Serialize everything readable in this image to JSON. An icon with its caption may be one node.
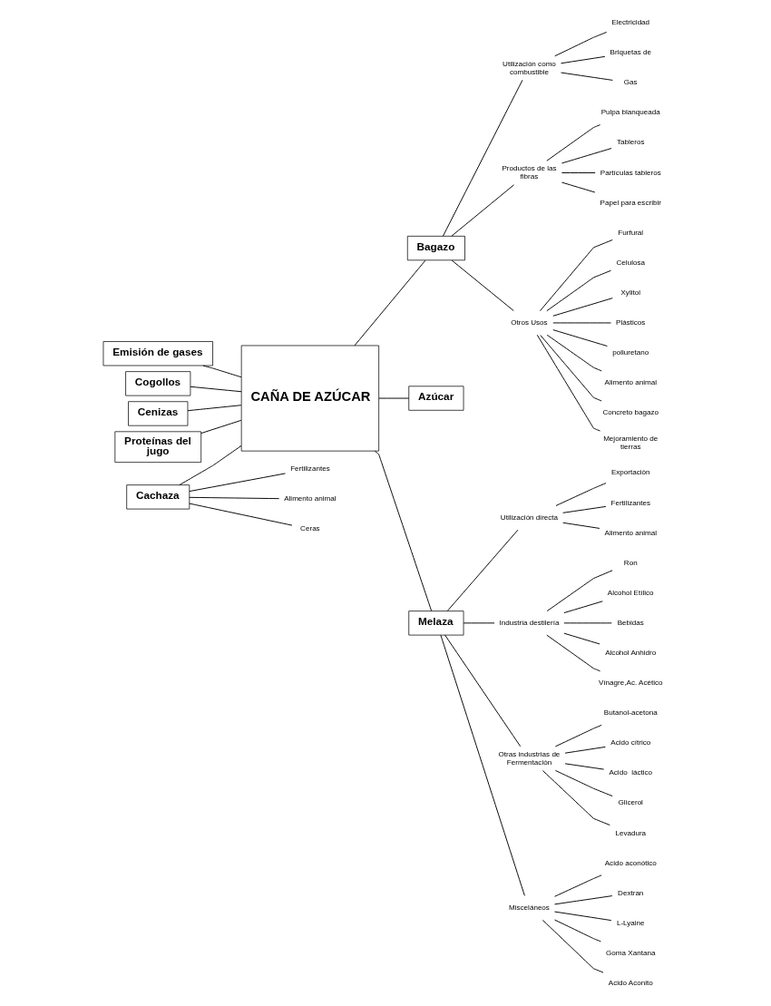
{
  "diagram": {
    "nodes": [
      {
        "text": [
          "CAÑA DE AZÚCAR"
        ]
      },
      {
        "text": [
          "Cachaza"
        ]
      },
      {
        "text": [
          "Fertilizantes"
        ]
      },
      {
        "text": [
          "Alimento animal"
        ]
      },
      {
        "text": [
          "Ceras"
        ]
      },
      {
        "text": [
          "Bagazo"
        ]
      },
      {
        "text": [
          "Utilización como combustible"
        ]
      },
      {
        "text": [
          "Electricidad"
        ]
      },
      {
        "text": [
          "Briquetas de"
        ]
      },
      {
        "text": [
          "Gas"
        ]
      },
      {
        "text": [
          "Productos de las fibras"
        ]
      },
      {
        "text": [
          "Pulpa blanqueada"
        ]
      },
      {
        "text": [
          "Tableros"
        ]
      },
      {
        "text": [
          "Partículas tableros"
        ]
      },
      {
        "text": [
          "Papel para escribir"
        ]
      },
      {
        "text": [
          "Otros Usos"
        ]
      },
      {
        "text": [
          "Furfural"
        ]
      },
      {
        "text": [
          "Celulosa"
        ]
      },
      {
        "text": [
          "Xylitol"
        ]
      },
      {
        "text": [
          "Plásticos"
        ]
      },
      {
        "text": [
          "poliuretano"
        ]
      },
      {
        "text": [
          "Alimento animal"
        ]
      },
      {
        "text": [
          "Concreto bagazo"
        ]
      },
      {
        "text": [
          "Mejoramiento de tierras"
        ]
      },
      {
        "text": [
          "Emisión de gases"
        ]
      },
      {
        "text": [
          "Azúcar"
        ]
      },
      {
        "text": [
          "Cogollos"
        ]
      },
      {
        "text": [
          "Melaza"
        ]
      },
      {
        "text": [
          "Utilización directa"
        ]
      },
      {
        "text": [
          "Exportación"
        ]
      },
      {
        "text": [
          "Fertilizantes"
        ]
      },
      {
        "text": [
          "Alimento animal"
        ]
      },
      {
        "text": [
          "Industria destilería"
        ]
      },
      {
        "text": [
          "Ron"
        ]
      },
      {
        "text": [
          "Alcohol Etílico"
        ]
      },
      {
        "text": [
          "Bebidas"
        ]
      },
      {
        "text": [
          "Alcohol Anhidro"
        ]
      },
      {
        "text": [
          "Vínagre,Ac. Acético"
        ]
      },
      {
        "text": [
          "Otras industrias de Fermentación"
        ]
      },
      {
        "text": [
          "Butanol-acetona"
        ]
      },
      {
        "text": [
          "Acido cítrico"
        ]
      },
      {
        "text": [
          "Acido  láctico"
        ]
      },
      {
        "text": [
          "Glicerol"
        ]
      },
      {
        "text": [
          "Levadura"
        ]
      },
      {
        "text": [
          "Misceláneos"
        ]
      },
      {
        "text": [
          "Acido aconótico"
        ]
      },
      {
        "text": [
          "Dextran"
        ]
      },
      {
        "text": [
          "L-Lyaine"
        ]
      },
      {
        "text": [
          "Goma Xantana"
        ]
      },
      {
        "text": [
          "Acido Aconito"
        ]
      },
      {
        "text": [
          "Cenizas"
        ]
      },
      {
        "text": [
          "Proteínas del jugo"
        ]
      }
    ],
    "edges": [
      {
        "from": 0,
        "to": 1,
        "arrow": "none"
      },
      {
        "from": 1,
        "to": 2,
        "arrow": "none"
      },
      {
        "from": 1,
        "to": 3,
        "arrow": "none"
      },
      {
        "from": 1,
        "to": 4,
        "arrow": "none"
      },
      {
        "from": 0,
        "to": 5,
        "arrow": "none"
      },
      {
        "from": 5,
        "to": 6,
        "arrow": "none"
      },
      {
        "from": 6,
        "to": 7,
        "arrow": "none"
      },
      {
        "from": 6,
        "to": 8,
        "arrow": "none"
      },
      {
        "from": 6,
        "to": 9,
        "arrow": "none"
      },
      {
        "from": 5,
        "to": 10,
        "arrow": "none"
      },
      {
        "from": 10,
        "to": 11,
        "arrow": "none"
      },
      {
        "from": 10,
        "to": 12,
        "arrow": "none"
      },
      {
        "from": 10,
        "to": 13,
        "arrow": "none"
      },
      {
        "from": 10,
        "to": 14,
        "arrow": "none"
      },
      {
        "from": 5,
        "to": 15,
        "arrow": "none"
      },
      {
        "from": 15,
        "to": 16,
        "arrow": "none"
      },
      {
        "from": 15,
        "to": 17,
        "arrow": "none"
      },
      {
        "from": 15,
        "to": 18,
        "arrow": "none"
      },
      {
        "from": 15,
        "to": 19,
        "arrow": "none"
      },
      {
        "from": 15,
        "to": 20,
        "arrow": "none"
      },
      {
        "from": 15,
        "to": 21,
        "arrow": "none"
      },
      {
        "from": 15,
        "to": 22,
        "arrow": "none"
      },
      {
        "from": 15,
        "to": 23,
        "arrow": "none"
      },
      {
        "from": 0,
        "to": 24,
        "arrow": "none"
      },
      {
        "from": 0,
        "to": 25,
        "arrow": "none"
      },
      {
        "from": 0,
        "to": 26,
        "arrow": "none"
      },
      {
        "from": 0,
        "to": 27,
        "arrow": "none"
      },
      {
        "from": 27,
        "to": 28,
        "arrow": "none"
      },
      {
        "from": 28,
        "to": 29,
        "arrow": "none"
      },
      {
        "from": 28,
        "to": 30,
        "arrow": "none"
      },
      {
        "from": 28,
        "to": 31,
        "arrow": "none"
      },
      {
        "from": 27,
        "to": 32,
        "arrow": "none"
      },
      {
        "from": 32,
        "to": 33,
        "arrow": "none"
      },
      {
        "from": 32,
        "to": 34,
        "arrow": "none"
      },
      {
        "from": 32,
        "to": 35,
        "arrow": "none"
      },
      {
        "from": 32,
        "to": 36,
        "arrow": "none"
      },
      {
        "from": 32,
        "to": 37,
        "arrow": "none"
      },
      {
        "from": 27,
        "to": 38,
        "arrow": "none"
      },
      {
        "from": 38,
        "to": 39,
        "arrow": "none"
      },
      {
        "from": 38,
        "to": 40,
        "arrow": "none"
      },
      {
        "from": 38,
        "to": 41,
        "arrow": "none"
      },
      {
        "from": 38,
        "to": 42,
        "arrow": "none"
      },
      {
        "from": 38,
        "to": 43,
        "arrow": "none"
      },
      {
        "from": 27,
        "to": 44,
        "arrow": "none"
      },
      {
        "from": 44,
        "to": 45,
        "arrow": "none"
      },
      {
        "from": 44,
        "to": 46,
        "arrow": "none"
      },
      {
        "from": 44,
        "to": 47,
        "arrow": "none"
      },
      {
        "from": 44,
        "to": 48,
        "arrow": "none"
      },
      {
        "from": 44,
        "to": 49,
        "arrow": "none"
      },
      {
        "from": 0,
        "to": 50,
        "arrow": "none"
      },
      {
        "from": 0,
        "to": 51,
        "arrow": "none"
      }
    ]
  }
}
